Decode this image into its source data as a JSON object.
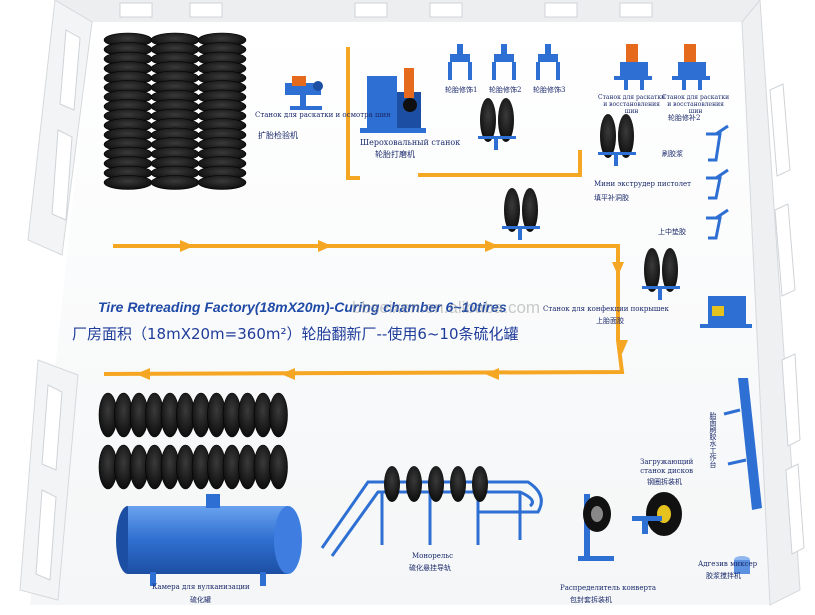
{
  "title_en": "Tire Retreading Factory(18mX20m)-Curing chamber 6~10tires",
  "title_cn": "厂房面积（18mX20m=360m²）轮胎翻新厂--使用6~10条硫化罐",
  "watermark": "bbseixen.en.alibaba.com",
  "labels": {
    "expander_ru": "Станок для раскатки\nи осмотра шин",
    "expander_cn": "扩胎检验机",
    "buffer_ru": "Шероховальный станок",
    "buffer_cn": "轮胎打磨机",
    "repair1": "轮胎修饰1",
    "repair2": "轮胎修饰2",
    "repair3": "轮胎修饰3",
    "spreader1_ru": "Станок для раскатки\nи восстановления\nшин",
    "spreader1_cn": "",
    "spreader2_ru": "Станок для раскатки\nи восстановления\nшин",
    "spreader2_cn": "轮胎修补2",
    "cement": "刷胶浆",
    "extruder_ru": "Мини экструдер пистолет",
    "extruder_cn": "填平补洞胶",
    "cushion": "上中垫胶",
    "builder_ru": "Станок для конфекции покрышек",
    "builder_cn": "上胎面胶",
    "rack_cn": "胎面刷胶水工作台",
    "loader_ru": "Загружающий\nстанок дисков",
    "loader_cn": "钢圈拆装机",
    "monorail_ru": "Монорельс",
    "monorail_cn": "硫化悬挂导轨",
    "chamber_ru": "Камера для вулканизации",
    "chamber_cn": "硫化罐",
    "envelope_ru": "Распределитель конверта",
    "envelope_cn": "包封套拆装机",
    "mixer_ru": "Адгезив миксер",
    "mixer_cn": "胶浆搅拌机"
  },
  "colors": {
    "flow_line": "#f5a623",
    "machine_blue": "#2e6fd3",
    "tire_black": "#161616",
    "text_dark_blue": "#1b2a6b",
    "title_blue": "#1f4aa6"
  }
}
